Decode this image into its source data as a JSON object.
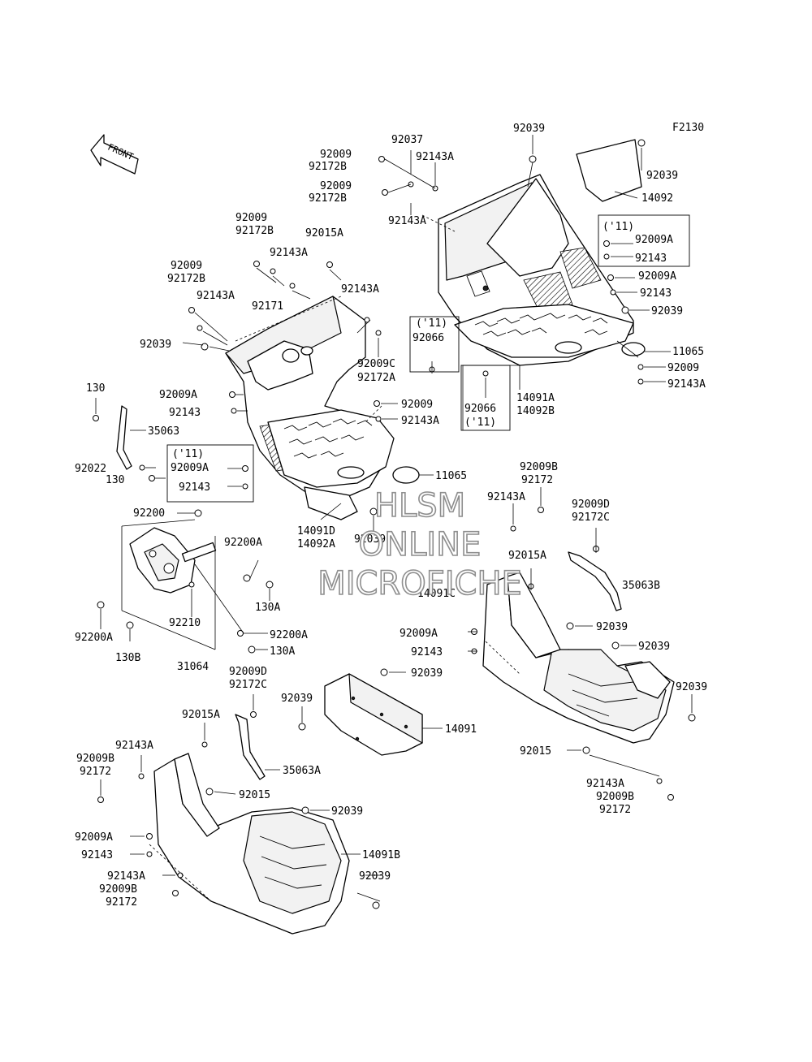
{
  "figure_code": "F2130",
  "front_label": "FRONT",
  "watermark": [
    "HLSM",
    "ONLINE",
    "MICROFICHE"
  ],
  "parts": {
    "p92037": "92037",
    "p92009_a": "92009",
    "p92172B_a": "92172B",
    "p92143A_a": "92143A",
    "p92009_b": "92009",
    "p92172B_b": "92172B",
    "p92143A_b": "92143A",
    "p92039_top": "92039",
    "p92039_tr": "92039",
    "p14092": "14092",
    "yr_r1": "('11)",
    "p92009A_r1": "92009A",
    "p92143_r1": "92143",
    "p92009A_r2": "92009A",
    "p92143_r2": "92143",
    "p92039_r3": "92039",
    "p11065_r": "11065",
    "p92009_r4": "92009",
    "p92143A_r4": "92143A",
    "p14091A": "14091A",
    "p14092B": "14092B",
    "p92066_r": "92066",
    "yr_r2": "('11)",
    "yr_c1": "('11)",
    "p92066_c": "92066",
    "p92009_l1": "92009",
    "p92172B_l1": "92172B",
    "p92015A_l1": "92015A",
    "p92143A_l1": "92143A",
    "p92009_l2": "92009",
    "p92172B_l2": "92172B",
    "p92171": "92171",
    "p92143A_l2": "92143A",
    "p92143A_l3": "92143A",
    "p92039_l": "92039",
    "p92009C": "92009C",
    "p92172A": "92172A",
    "p130_a": "130",
    "p35063": "35063",
    "p92009A_l": "92009A",
    "p92143_l": "92143",
    "p92009_c2": "92009",
    "p92143A_c2": "92143A",
    "p92022": "92022",
    "p130_b": "130",
    "yr_l": "('11)",
    "p92009A_l2": "92009A",
    "p92143_l2": "92143",
    "p11065_c": "11065",
    "p14091D": "14091D",
    "p14092A": "14092A",
    "p92039_c": "92039",
    "p92200": "92200",
    "p92200A_a": "92200A",
    "p130A_a": "130A",
    "p92210": "92210",
    "p92200A_b": "92200A",
    "p130B": "130B",
    "p92200A_c": "92200A",
    "p130A_b": "130A",
    "p31064": "31064",
    "p92009B_r": "92009B",
    "p92172_r": "92172",
    "p92143A_r5": "92143A",
    "p92009D_r": "92009D",
    "p92172C_r": "92172C",
    "p92015A_r": "92015A",
    "p35063B": "35063B",
    "p14091C": "14091C",
    "p92009A_r5": "92009A",
    "p92039_r5": "92039",
    "p92143_r5": "92143",
    "p92039_r6": "92039",
    "p92039_r7": "92039",
    "p92015_r": "92015",
    "p92143A_r6": "92143A",
    "p92009B_r6": "92009B",
    "p92172_r6": "92172",
    "p92009D_l": "92009D",
    "p92172C_l": "92172C",
    "p92039_m1": "92039",
    "p92039_m2": "92039",
    "p14091": "14091",
    "p92015A_l": "92015A",
    "p35063A": "35063A",
    "p92143A_l5": "92143A",
    "p92009B_l5": "92009B",
    "p92172_l5": "92172",
    "p92015_l": "92015",
    "p92039_l6": "92039",
    "p14091B": "14091B",
    "p92009A_l6": "92009A",
    "p92143_l6": "92143",
    "p92143A_l7": "92143A",
    "p92009B_l7": "92009B",
    "p92172_l7": "92172",
    "p92039_l7": "92039"
  }
}
